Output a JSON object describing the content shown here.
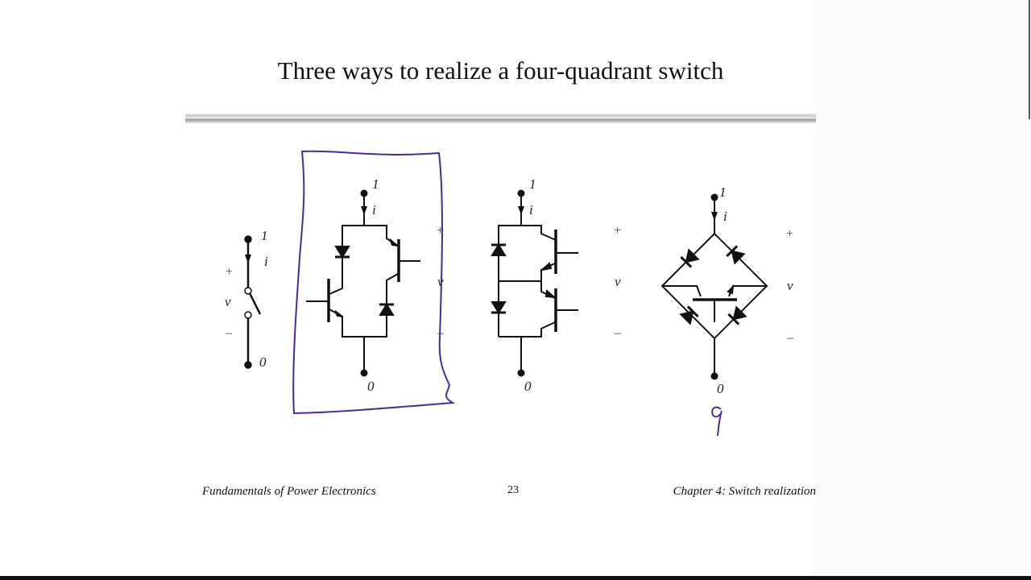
{
  "slide": {
    "title": "Three ways to realize a four-quadrant switch",
    "footer_left": "Fundamentals of Power Electronics",
    "page_number": "23",
    "footer_right": "Chapter 4: Switch realization"
  },
  "circuits": {
    "terminal_top": "1",
    "terminal_bottom": "0",
    "current": "i",
    "voltage": "v",
    "plus": "+",
    "minus": "–"
  },
  "annotation": {
    "handwritten_mark": "q",
    "ink_color": "#4b2a9a"
  }
}
